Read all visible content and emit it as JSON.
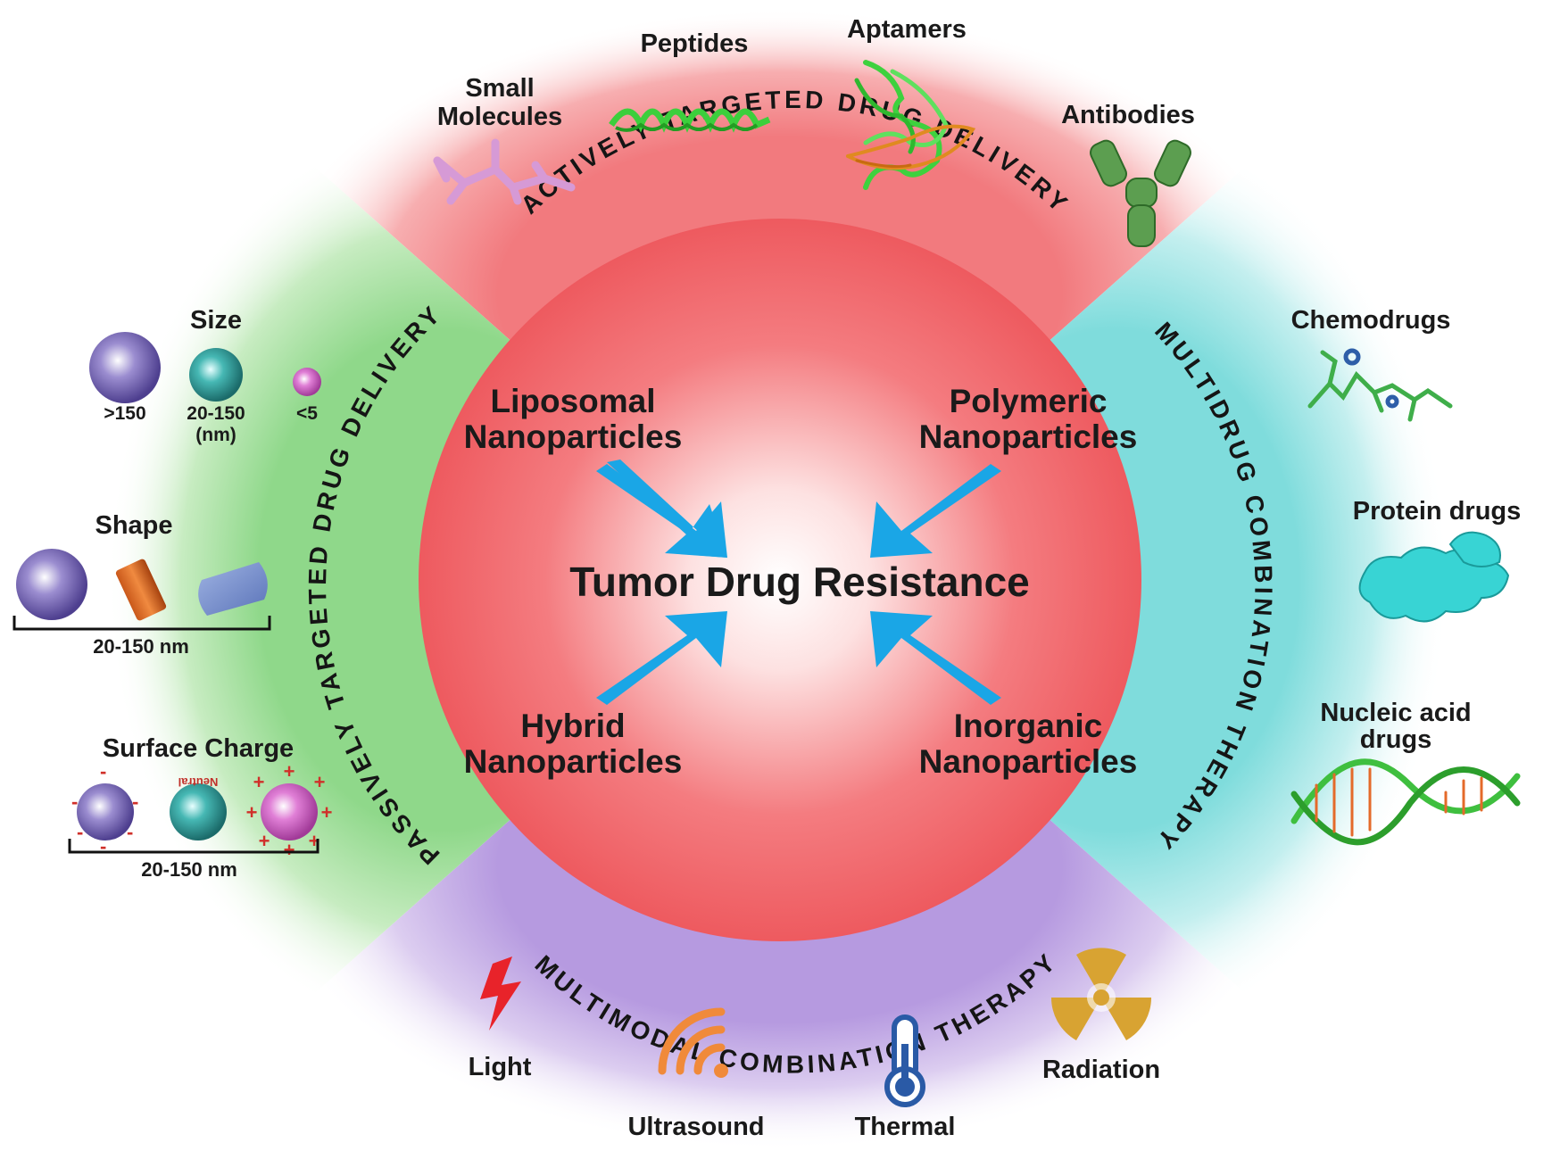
{
  "center": {
    "title": "Tumor Drug Resistance",
    "nanoparticles": [
      {
        "line1": "Liposomal",
        "line2": "Nanoparticles"
      },
      {
        "line1": "Polymeric",
        "line2": "Nanoparticles"
      },
      {
        "line1": "Hybrid",
        "line2": "Nanoparticles"
      },
      {
        "line1": "Inorganic",
        "line2": "Nanoparticles"
      }
    ]
  },
  "sectors": {
    "top": {
      "label": "ACTIVELY TARGETED DRUG DELIVERY",
      "items": [
        {
          "label": "Small",
          "label2": "Molecules"
        },
        {
          "label": "Peptides"
        },
        {
          "label": "Aptamers"
        },
        {
          "label": "Antibodies"
        }
      ]
    },
    "left": {
      "label": "PASSIVELY TARGETED DRUG DELIVERY",
      "size": {
        "title": "Size",
        "labels": [
          ">150",
          "20-150",
          "(nm)",
          "<5"
        ]
      },
      "shape": {
        "title": "Shape",
        "range": "20-150 nm"
      },
      "charge": {
        "title": "Surface Charge",
        "neutral": "Neutral",
        "range": "20-150 nm"
      }
    },
    "right": {
      "label": "MULTIDRUG COMBINATION THERAPY",
      "items": [
        {
          "label": "Chemodrugs"
        },
        {
          "label": "Protein drugs"
        },
        {
          "label": "Nucleic acid",
          "label2": "drugs"
        }
      ]
    },
    "bottom": {
      "label": "MULTIMODAL COMBINATION THERAPY",
      "items": [
        {
          "label": "Light"
        },
        {
          "label": "Ultrasound"
        },
        {
          "label": "Thermal"
        },
        {
          "label": "Radiation"
        }
      ]
    }
  },
  "colors": {
    "center": "#f05a5f",
    "top_sector": "#f7a9a9",
    "left_sector": "#a8dfa0",
    "right_sector": "#9fe3e3",
    "bottom_sector": "#c8b0e6",
    "arrow": "#1aa6e6"
  },
  "icons": [
    "small-molecule-icon",
    "peptide-helix-icon",
    "aptamer-icon",
    "antibody-icon",
    "chemodrug-icon",
    "protein-icon",
    "dna-helix-icon",
    "lightning-icon",
    "ultrasound-waves-icon",
    "thermometer-icon",
    "radiation-icon"
  ]
}
